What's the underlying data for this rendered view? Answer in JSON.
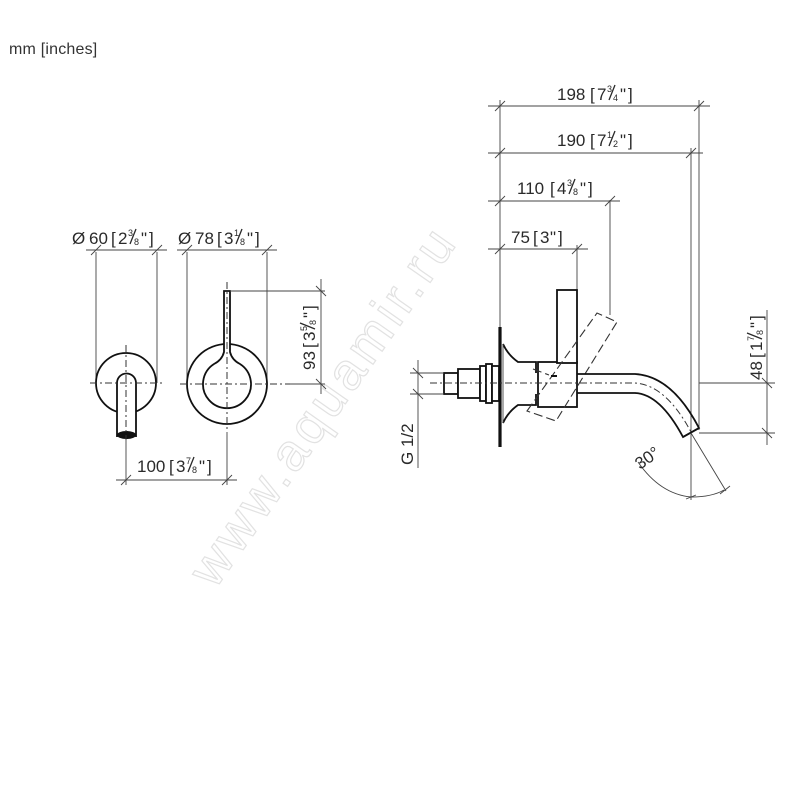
{
  "units_label": "mm [inches]",
  "watermark": "www.aquamir.ru",
  "colors": {
    "line": "#111111",
    "dim_line": "#444444",
    "text": "#2a2a2a",
    "watermark": "#e2e2e2",
    "background": "#ffffff"
  },
  "front_view_spout": {
    "diameter": {
      "symbol": "Ø",
      "mm": "60",
      "in_whole": "2",
      "in_num": "3",
      "in_den": "8",
      "in_suffix": "\""
    }
  },
  "front_view_handle": {
    "diameter": {
      "symbol": "Ø",
      "mm": "78",
      "in_whole": "3",
      "in_num": "1",
      "in_den": "8",
      "in_suffix": "\""
    },
    "height": {
      "mm": "93",
      "in_whole": "3",
      "in_num": "5",
      "in_den": "8",
      "in_suffix": "\""
    }
  },
  "center_distance": {
    "mm": "100",
    "in_whole": "3",
    "in_num": "7",
    "in_den": "8",
    "in_suffix": "\""
  },
  "side_view": {
    "overall_length": {
      "mm": "198",
      "in_whole": "7",
      "in_num": "3",
      "in_den": "4",
      "in_suffix": "\""
    },
    "spout_reach": {
      "mm": "190",
      "in_whole": "7",
      "in_num": "1",
      "in_den": "2",
      "in_suffix": "\""
    },
    "handle_sweep": {
      "mm": "110",
      "in_whole": "4",
      "in_num": "3",
      "in_den": "8",
      "in_suffix": "\""
    },
    "handle_offset": {
      "mm": "75",
      "in_whole": "3",
      "in_suffix": "\""
    },
    "spout_drop": {
      "mm": "48",
      "in_whole": "1",
      "in_num": "7",
      "in_den": "8",
      "in_suffix": "\""
    },
    "thread": "G 1/2",
    "angle": "30°"
  }
}
